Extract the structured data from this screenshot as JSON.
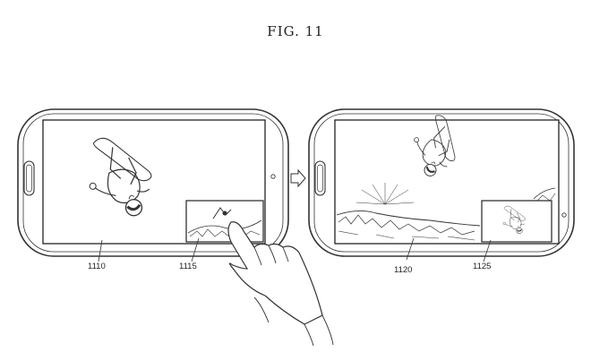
{
  "figure": {
    "title": "FIG. 11"
  },
  "phones": [
    {
      "ref": "1110",
      "inset_ref": "1115"
    },
    {
      "ref": "1120",
      "inset_ref": "1125"
    }
  ]
}
